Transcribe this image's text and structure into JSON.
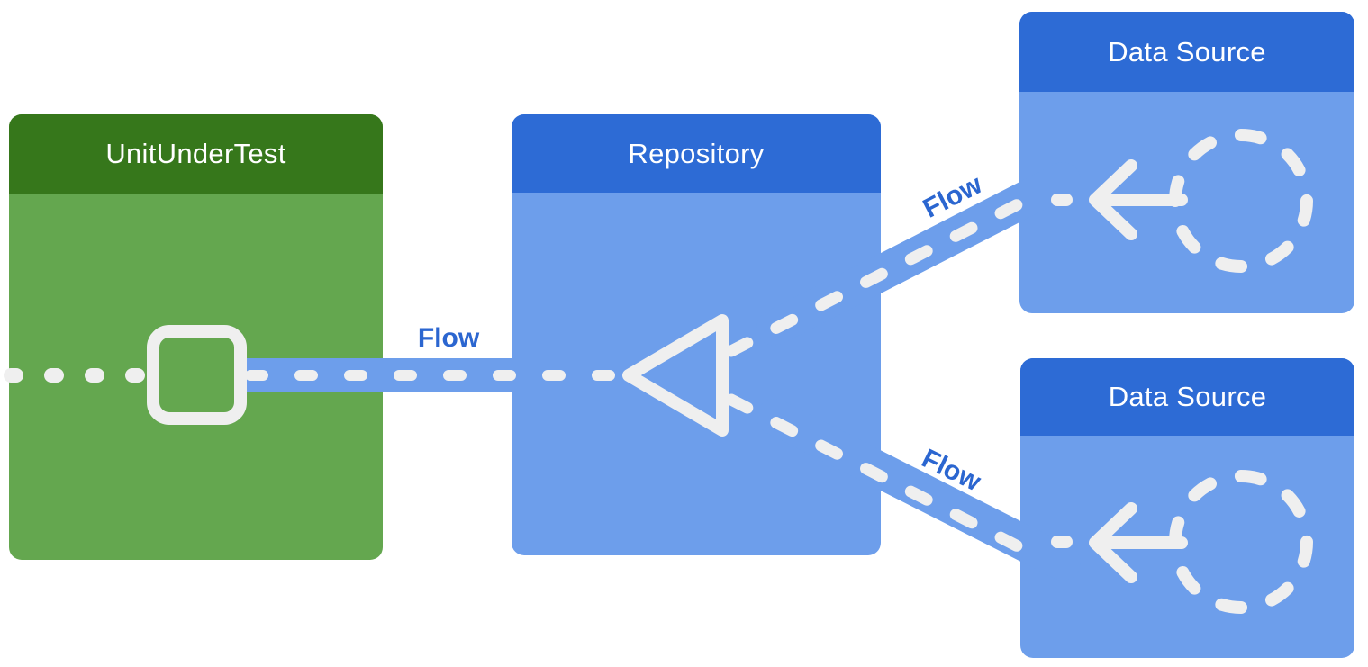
{
  "diagram": {
    "nodes": [
      {
        "id": "unit-under-test",
        "title": "UnitUnderTest",
        "header_color": "#36771B",
        "body_color": "#64A74F",
        "icon": "square-outline-icon"
      },
      {
        "id": "repository",
        "title": "Repository",
        "header_color": "#2D6BD5",
        "body_color": "#6D9EEB",
        "icon": "triangle-outline-icon"
      },
      {
        "id": "data-source-top",
        "title": "Data Source",
        "header_color": "#2D6BD5",
        "body_color": "#6D9EEB",
        "icon": "dashed-circle-icon"
      },
      {
        "id": "data-source-bottom",
        "title": "Data Source",
        "header_color": "#2D6BD5",
        "body_color": "#6D9EEB",
        "icon": "dashed-circle-icon"
      }
    ],
    "edges": [
      {
        "id": "flow-repo-to-uut",
        "label": "Flow",
        "from": "repository",
        "to": "unit-under-test",
        "style": "dashed-band"
      },
      {
        "id": "flow-ds-top-to-repo",
        "label": "Flow",
        "from": "data-source-top",
        "to": "repository",
        "style": "dashed-band"
      },
      {
        "id": "flow-ds-bot-to-repo",
        "label": "Flow",
        "from": "data-source-bottom",
        "to": "repository",
        "style": "dashed-band"
      }
    ],
    "icons": [
      "square-outline-icon",
      "triangle-outline-icon",
      "arrow-left-icon",
      "dashed-circle-icon",
      "dotted-line-icon"
    ],
    "colors": {
      "connector_band": "#6D9EEB",
      "dash": "#EFEFEF",
      "flow_label": "#2B66D0",
      "title_text": "#FFFFFF",
      "background": "#FFFFFF"
    }
  }
}
